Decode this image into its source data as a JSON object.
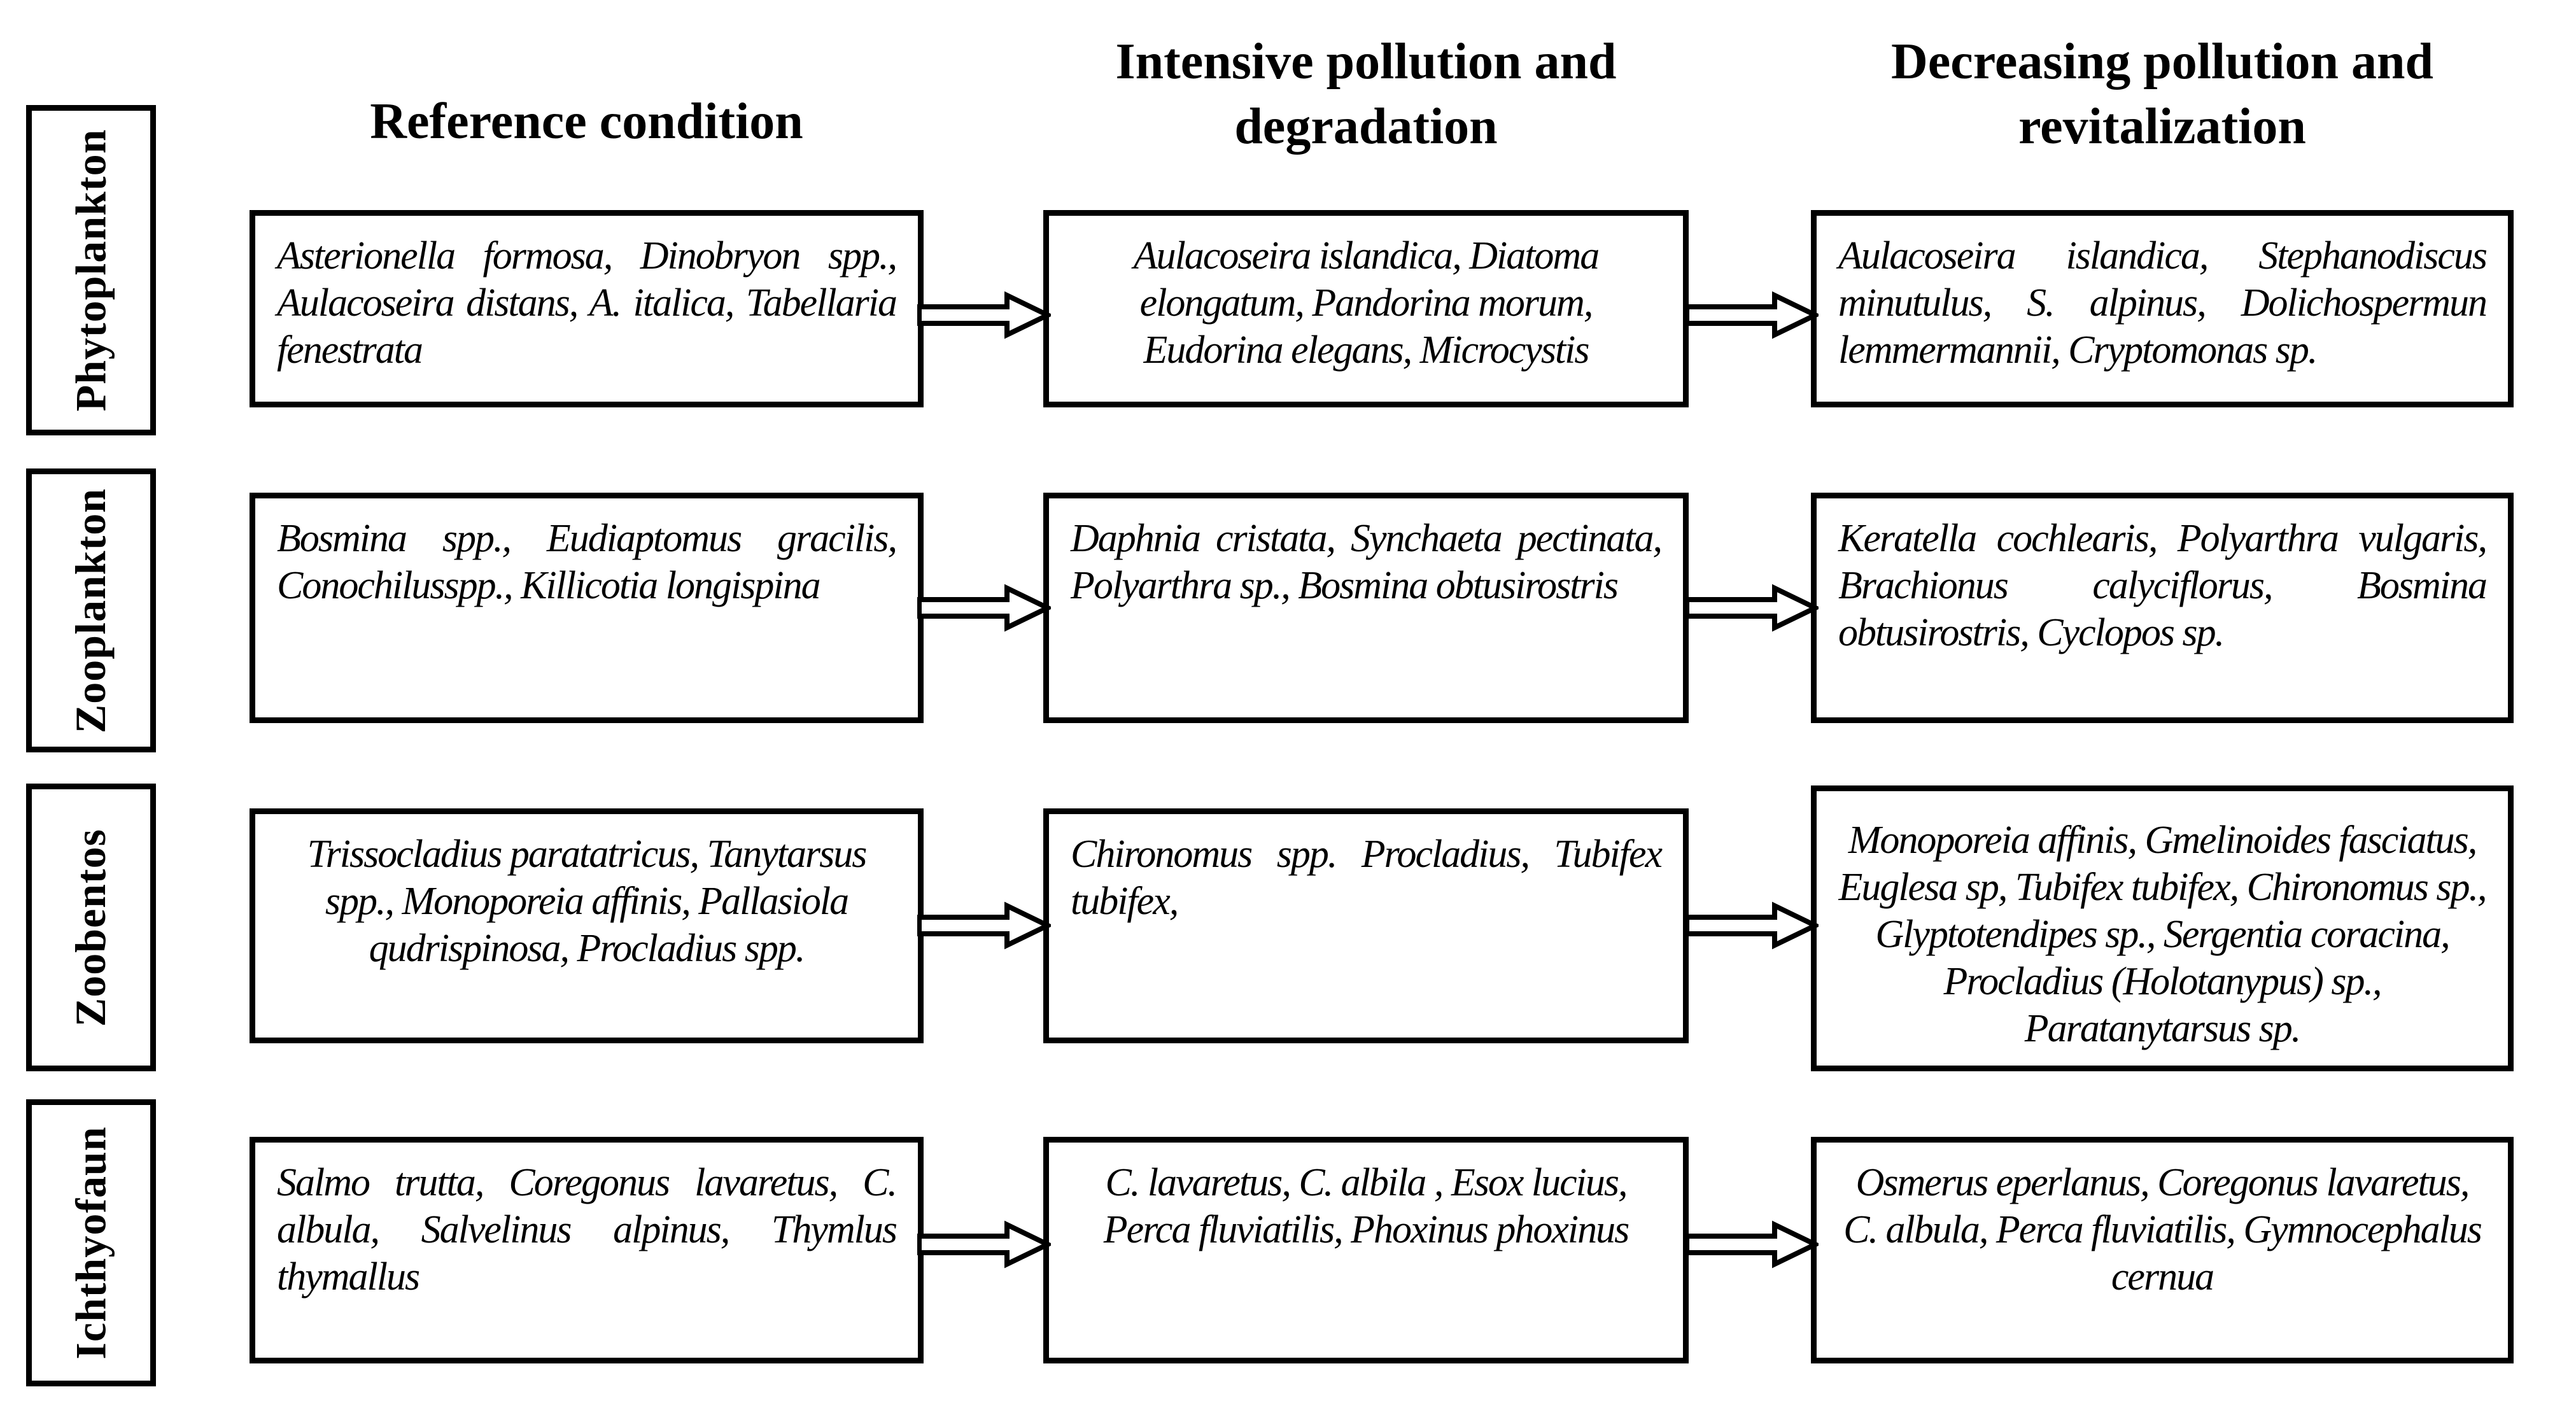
{
  "figure": {
    "background_color": "#ffffff",
    "line_color": "#000000",
    "arrow_fill": "#ffffff"
  },
  "columns": [
    {
      "label": "Reference condition"
    },
    {
      "label": "Intensive pollution and degradation"
    },
    {
      "label": "Decreasing pollution and revitalization"
    }
  ],
  "rows": [
    {
      "label": "Phytoplankton",
      "cells": [
        {
          "text": "Asterionella formosa, Dinobryon spp., Aulacoseira distans, A. italica, Tabellaria fenestrata"
        },
        {
          "text": "Aulacoseira islandica, Diatoma elongatum, Pandorina morum, Eudorina elegans, Microcystis"
        },
        {
          "text": "Aulacoseira islandica, Stephanodiscus minutulus, S. alpinus, Dolichospermun lemmermannii, Cryptomonas sp."
        }
      ]
    },
    {
      "label": "Zooplankton",
      "cells": [
        {
          "text": "Bosmina spp., Eudiaptomus gracilis, Conochilusspp., Killicotia longispina"
        },
        {
          "text": "Daphnia cristata, Synchaeta pectinata, Polyarthra sp., Bosmina obtusirostris"
        },
        {
          "text": "Keratella cochlearis, Polyarthra vulgaris, Brachionus calyciflorus, Bosmina obtusirostris, Cyclopos sp."
        }
      ]
    },
    {
      "label": "Zoobentos",
      "cells": [
        {
          "text": "Trissocladius paratatricus, Tanytarsus spp., Monoporeia affinis, Pallasiola qudrispinosa, Procladius spp."
        },
        {
          "text": "Chironomus spp. Procladius, Tubifex tubifex,"
        },
        {
          "text": "Monoporeia affinis, Gmelinoides fasciatus, Euglesa sp, Tubifex tubifex, Chironomus sp., Glyptotendipes sp., Sergentia coracina, Procladius (Holotanypus) sp., Paratanytarsus sp."
        }
      ]
    },
    {
      "label": "Ichthyofaun",
      "cells": [
        {
          "text": "Salmo trutta, Coregonus lavaretus, C. albula, Salvelinus alpinus, Thymlus thymallus"
        },
        {
          "text": "C. lavaretus, C. albila , Esox lucius, Perca fluviatilis, Phoxinus phoxinus"
        },
        {
          "text": "Osmerus eperlanus, Coregonus lavaretus, C. albula, Perca fluviatilis, Gymnocephalus cernua"
        }
      ]
    }
  ]
}
